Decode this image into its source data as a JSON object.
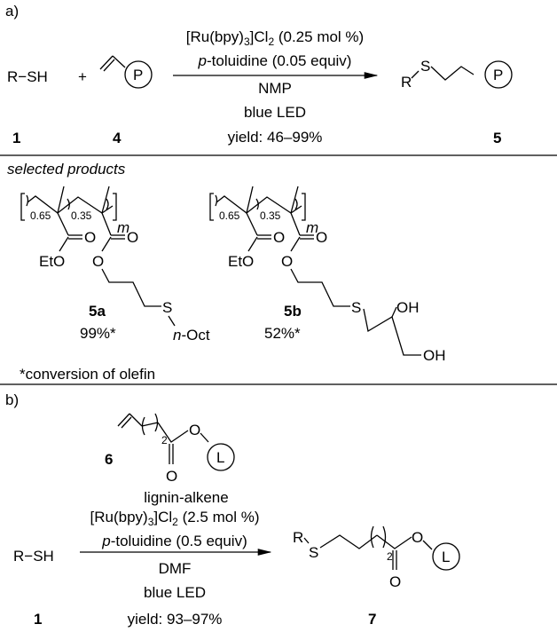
{
  "part_a": {
    "label": "a)",
    "reactant1": "R−SH",
    "plus": "+",
    "polymer_tag": "P",
    "catalyst": {
      "main": "[Ru(bpy)",
      "sub1": "3",
      "mid": "]Cl",
      "sub2": "2",
      "tail": " (0.25 mol %)"
    },
    "additive": {
      "italic": "p",
      "rest": "-toluidine (0.05 equiv)"
    },
    "solvent": "NMP",
    "light": "blue LED",
    "yield": "yield: 46–99%",
    "product_R": "R",
    "product_S": "S",
    "compound_labels": [
      "1",
      "4",
      "5"
    ],
    "selected_products_heading": "selected products",
    "products": [
      {
        "id": "5a",
        "value": "99%*",
        "ratio1": "0.65",
        "ratio2": "0.35",
        "repeat": "m",
        "ester": "EtO",
        "o": "O",
        "s": "S",
        "substituent_italic": "n",
        "substituent": "-Oct"
      },
      {
        "id": "5b",
        "value": "52%*",
        "ratio1": "0.65",
        "ratio2": "0.35",
        "repeat": "m",
        "ester": "EtO",
        "o": "O",
        "s": "S",
        "oh": "OH"
      }
    ],
    "footnote": "*conversion of olefin"
  },
  "part_b": {
    "label": "b)",
    "reactant1": "R−SH",
    "reagent_id": "6",
    "reagent_name": "lignin-alkene",
    "lignin_tag": "L",
    "chain_sub": "2",
    "o": "O",
    "catalyst": {
      "main": "[Ru(bpy)",
      "sub1": "3",
      "mid": "]Cl",
      "sub2": "2",
      "tail": " (2.5 mol %)"
    },
    "additive": {
      "italic": "p",
      "rest": "-toluidine (0.5 equiv)"
    },
    "solvent": "DMF",
    "light": "blue LED",
    "yield": "yield: 93–97%",
    "product_R": "R",
    "product_S": "S",
    "compound_labels": [
      "1",
      "7"
    ]
  }
}
